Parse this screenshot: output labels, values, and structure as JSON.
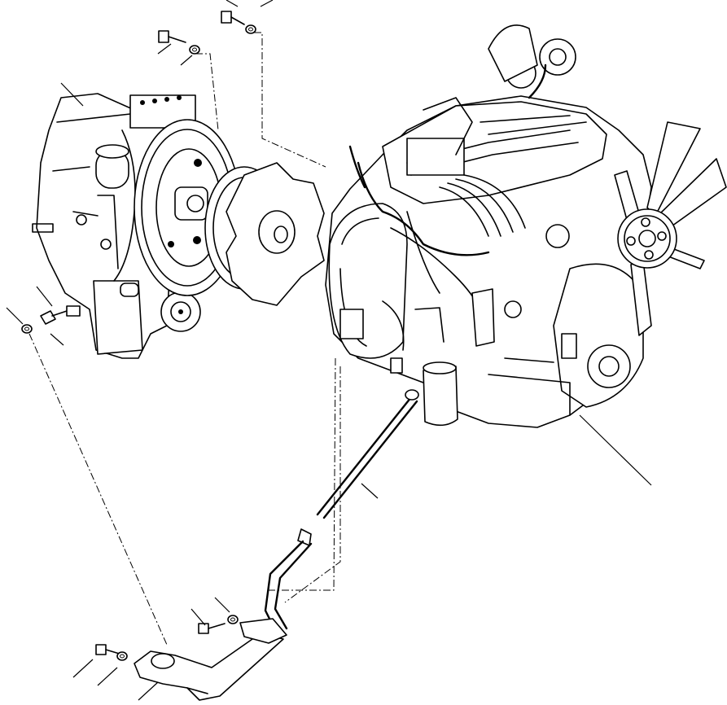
{
  "diagram": {
    "kind": "exploded-parts-view",
    "callout_labels": [],
    "components": [
      {
        "id": "transmission",
        "icon": "transmission-housing"
      },
      {
        "id": "flywheel-plate",
        "icon": "drive-plate"
      },
      {
        "id": "engine",
        "icon": "diesel-engine"
      },
      {
        "id": "cooling-fan",
        "icon": "fan-blades"
      },
      {
        "id": "dipstick",
        "icon": "dipstick-tube"
      },
      {
        "id": "mounting-bracket",
        "icon": "bracket"
      },
      {
        "id": "bolts",
        "icon": "hex-bolt"
      },
      {
        "id": "washers",
        "icon": "washer"
      }
    ],
    "colors": {
      "ink": "#000000",
      "paper": "#ffffff"
    }
  }
}
